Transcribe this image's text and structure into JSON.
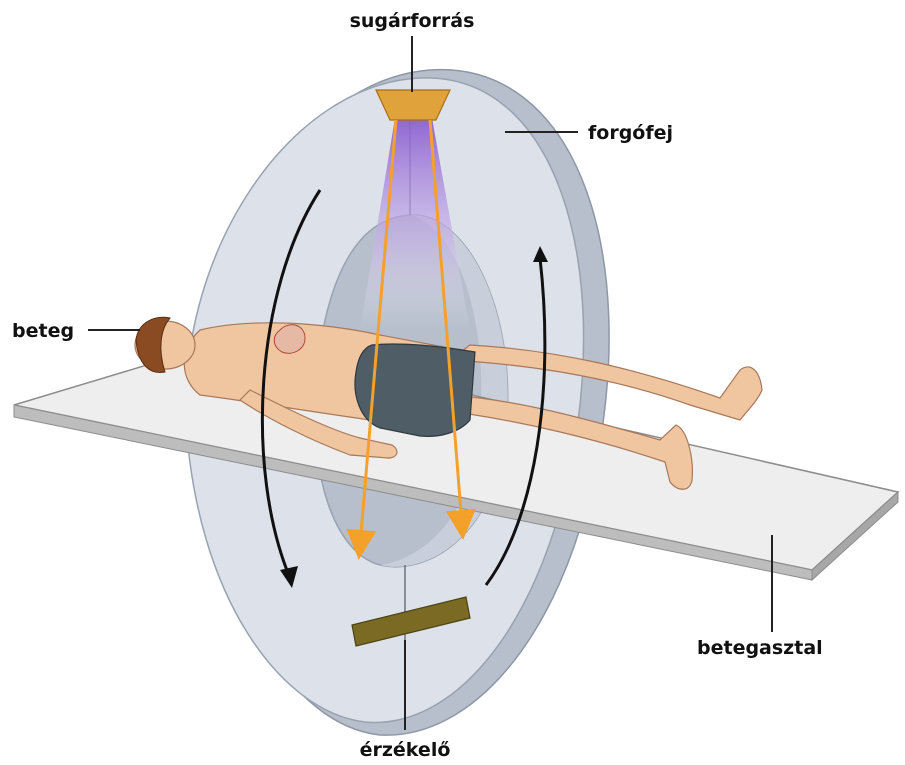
{
  "diagram": {
    "labels": {
      "source": "sugárforrás",
      "rotating_head": "forgófej",
      "patient": "beteg",
      "table": "betegasztal",
      "detector": "érzékelő"
    },
    "colors": {
      "ring_face": "#dde2ea",
      "ring_edge": "#b7bfcc",
      "ring_inner": "#c9cfda",
      "beam": "#a886d6",
      "ray": "#f3a12a",
      "source": "#e0a23a",
      "detector": "#7a6a24",
      "table_top": "#eeeeee",
      "table_side": "#bdbdbd",
      "skin": "#f0c6a0",
      "shorts": "#4f5d66",
      "hair": "#8a4a22",
      "arrow": "#111111"
    }
  }
}
